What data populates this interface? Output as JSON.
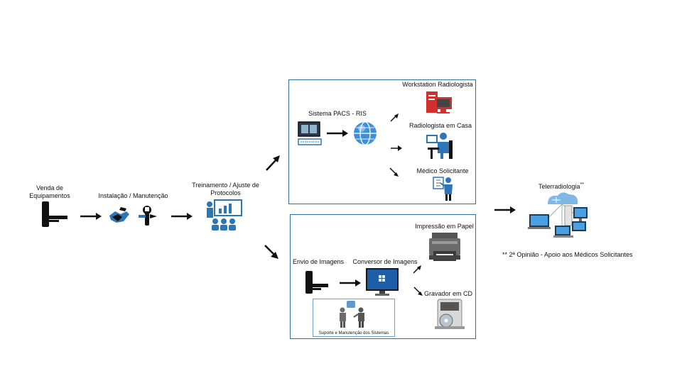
{
  "venda": {
    "line1": "Venda de",
    "line2": "Equipamentos"
  },
  "instalacao": {
    "label": "Instalação / Manutenção"
  },
  "treinamento": {
    "line1": "Treinamento / Ajuste de",
    "line2": "Protocolos"
  },
  "top_panel": {
    "workstation": "Workstation Radiologista",
    "pacs": "Sistema PACS - RIS",
    "casa": "Radiologista em Casa",
    "medico": "Médico Solicitante"
  },
  "bottom_panel": {
    "impressao": "Impressão em Papel",
    "envio": "Envio de Imagens",
    "conversor": "Conversor de Imagens",
    "gravador": "Gravador em CD",
    "suporte": "Suporte e Manutenção dos Sistemas"
  },
  "tele": {
    "label": "Telerradiologia",
    "marker": "**"
  },
  "note": {
    "marker": "**",
    "text": "2ª Opinião - Apoio aos Médicos Solicitantes"
  },
  "colors": {
    "accent": "#2e6f9e",
    "red": "#d32f2f",
    "icon_blue": "#2e75b6",
    "dark": "#111111"
  }
}
